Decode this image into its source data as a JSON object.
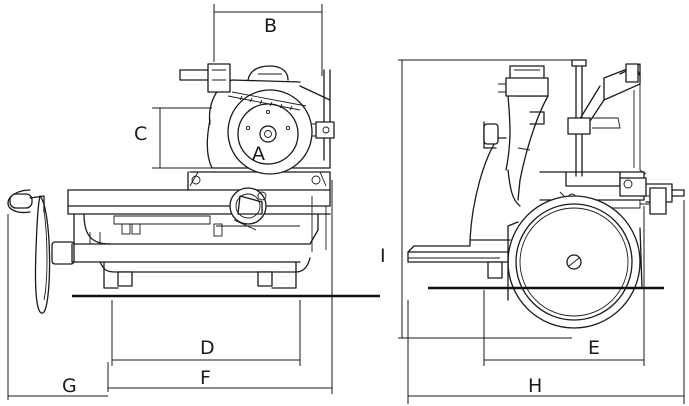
{
  "labels": {
    "a": "A",
    "b": "B",
    "c": "C",
    "d": "D",
    "e": "E",
    "f": "F",
    "g": "G",
    "h": "H",
    "i": "I"
  },
  "colors": {
    "line": "#1a1a1a",
    "background": "#ffffff"
  }
}
